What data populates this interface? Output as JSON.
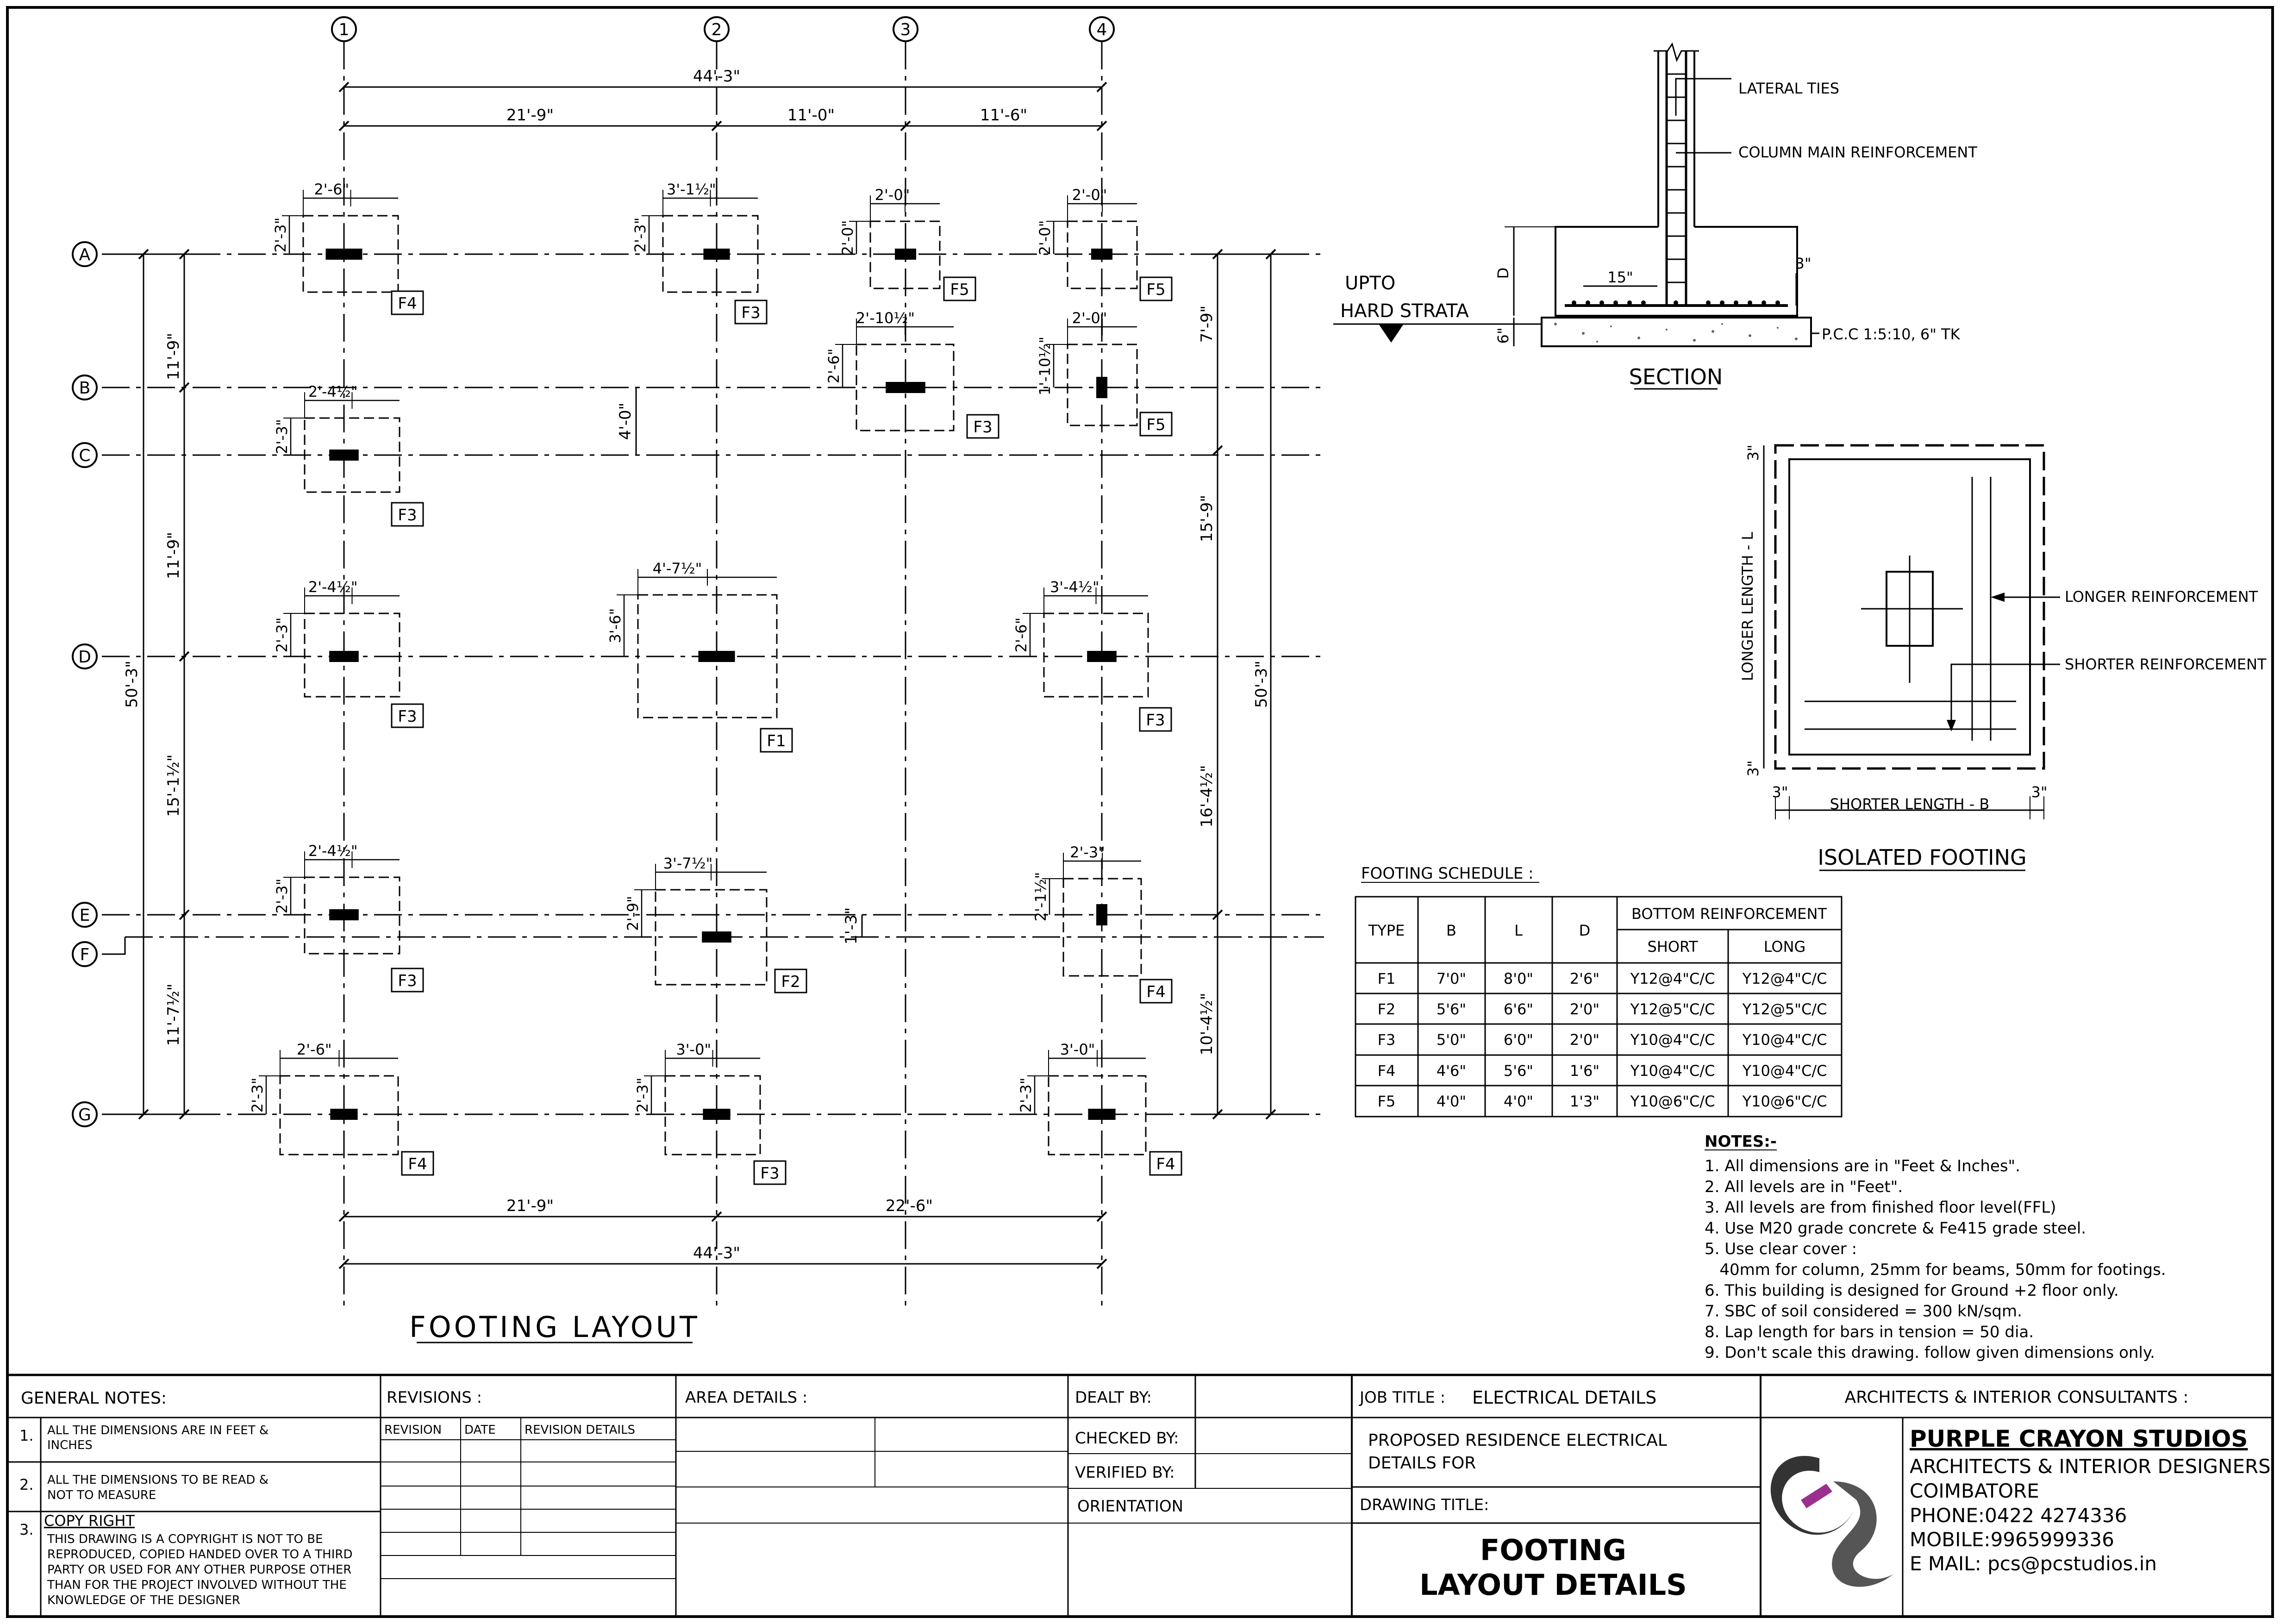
{
  "layout": {
    "title": "FOOTING LAYOUT",
    "grid_numbers": [
      "1",
      "2",
      "3",
      "4"
    ],
    "grid_letters": [
      "A",
      "B",
      "C",
      "D",
      "E",
      "F",
      "G"
    ],
    "dims": {
      "top_total": "44'-3\"",
      "top_seg1": "21'-9\"",
      "top_seg2": "11'-0\"",
      "top_seg3": "11'-6\"",
      "bottom_seg1": "21'-9\"",
      "bottom_seg2": "22'-6\"",
      "bottom_total": "44'-3\"",
      "left_total": "50'-3\"",
      "left_seg1": "11'-9\"",
      "left_seg2": "11'-9\"",
      "left_seg3": "15'-1½\"",
      "left_seg4": "11'-7½\"",
      "right_total": "50'-3\"",
      "right_seg1": "7'-9\"",
      "right_seg2": "15'-9\"",
      "right_seg3": "16'-4½\"",
      "right_seg4": "10'-4½\"",
      "bc_offset": "4'-0\"",
      "ef_offset": "1'-3\""
    },
    "footings": [
      {
        "tag": "F4",
        "w": "2'-6\"",
        "h": "2'-3\""
      },
      {
        "tag": "F3",
        "w": "3'-1½\"",
        "h": "2'-3\""
      },
      {
        "tag": "F5",
        "w": "2'-0\"",
        "h": "2'-0\""
      },
      {
        "tag": "F5",
        "w": "2'-0\"",
        "h": "2'-0\""
      },
      {
        "tag": "F3",
        "w": "2'-10½\"",
        "h": "2'-6\""
      },
      {
        "tag": "F5",
        "w": "2'-0\"",
        "h": "1'-10½\""
      },
      {
        "tag": "F3",
        "w": "2'-4½\"",
        "h": "2'-3\""
      },
      {
        "tag": "F3",
        "w": "2'-4½\"",
        "h": "2'-3\""
      },
      {
        "tag": "F1",
        "w": "4'-7½\"",
        "h": "3'-6\""
      },
      {
        "tag": "F3",
        "w": "3'-4½\"",
        "h": "2'-6\""
      },
      {
        "tag": "F3",
        "w": "2'-4½\"",
        "h": "2'-3\""
      },
      {
        "tag": "F2",
        "w": "3'-7½\"",
        "h": "2'-9\""
      },
      {
        "tag": "F4",
        "w": "2'-3\"",
        "h": "2'-1½\""
      },
      {
        "tag": "F4",
        "w": "2'-6\"",
        "h": "2'-3\""
      },
      {
        "tag": "F3",
        "w": "3'-0\"",
        "h": "2'-3\""
      },
      {
        "tag": "F4",
        "w": "3'-0\"",
        "h": "2'-3\""
      }
    ]
  },
  "section": {
    "title": "SECTION",
    "lateral_ties": "LATERAL TIES",
    "column_main": "COLUMN MAIN REINFORCEMENT",
    "upto": "UPTO",
    "hard_strata": "HARD STRATA",
    "pcc": "P.C.C 1:5:10, 6\" TK",
    "dim_d": "D",
    "dim_15": "15\"",
    "dim_3": "3\"",
    "dim_6": "6\""
  },
  "isolated": {
    "title": "ISOLATED FOOTING",
    "longer_length": "LONGER LENGTH - L",
    "shorter_length": "SHORTER LENGTH - B",
    "longer_reinf": "LONGER REINFORCEMENT",
    "shorter_reinf": "SHORTER REINFORCEMENT",
    "cover": "3\""
  },
  "schedule": {
    "title": "FOOTING SCHEDULE :",
    "headers": [
      "TYPE",
      "B",
      "L",
      "D",
      "BOTTOM REINFORCEMENT"
    ],
    "sub_headers": [
      "SHORT",
      "LONG"
    ],
    "rows": [
      [
        "F1",
        "7'0\"",
        "8'0\"",
        "2'6\"",
        "Y12@4\"C/C",
        "Y12@4\"C/C"
      ],
      [
        "F2",
        "5'6\"",
        "6'6\"",
        "2'0\"",
        "Y12@5\"C/C",
        "Y12@5\"C/C"
      ],
      [
        "F3",
        "5'0\"",
        "6'0\"",
        "2'0\"",
        "Y10@4\"C/C",
        "Y10@4\"C/C"
      ],
      [
        "F4",
        "4'6\"",
        "5'6\"",
        "1'6\"",
        "Y10@4\"C/C",
        "Y10@4\"C/C"
      ],
      [
        "F5",
        "4'0\"",
        "4'0\"",
        "1'3\"",
        "Y10@6\"C/C",
        "Y10@6\"C/C"
      ]
    ]
  },
  "notes": {
    "title": "NOTES:-",
    "items": [
      "1. All dimensions are in \"Feet & Inches\".",
      "2. All levels are in \"Feet\".",
      "3. All levels are from finished floor level(FFL)",
      "4. Use M20 grade concrete & Fe415 grade steel.",
      "5. Use clear cover :",
      "   40mm for column, 25mm for beams, 50mm for footings.",
      "6. This building is designed for Ground +2 floor only.",
      "7. SBC of soil considered = 300 kN/sqm.",
      "8. Lap length for bars in tension = 50 dia.",
      "9. Don't scale this drawing. follow given dimensions only."
    ]
  },
  "title_block": {
    "general_notes": "GENERAL NOTES:",
    "gn_items": [
      {
        "num": "1.",
        "lines": [
          "ALL THE DIMENSIONS ARE IN FEET &",
          "INCHES"
        ]
      },
      {
        "num": "2.",
        "lines": [
          "ALL THE DIMENSIONS TO BE READ &",
          "NOT TO MEASURE"
        ]
      },
      {
        "num": "3.",
        "heading": "COPY RIGHT",
        "lines": [
          "THIS DRAWING IS A COPYRIGHT IS NOT TO BE",
          "REPRODUCED, COPIED HANDED OVER TO A THIRD",
          "PARTY OR USED FOR ANY OTHER PURPOSE OTHER",
          "THAN FOR THE PROJECT INVOLVED WITHOUT THE",
          "KNOWLEDGE OF THE DESIGNER"
        ]
      }
    ],
    "revisions": "REVISIONS :",
    "rev_cols": [
      "REVISION",
      "DATE",
      "REVISION DETAILS"
    ],
    "area_details": "AREA DETAILS :",
    "dealt_by": "DEALT BY:",
    "checked_by": "CHECKED BY:",
    "verified_by": "VERIFIED BY:",
    "orientation": "ORIENTATION",
    "job_title_label": "JOB TITLE :",
    "job_title": "ELECTRICAL DETAILS",
    "project_lines": [
      "PROPOSED RESIDENCE  ELECTRICAL",
      "DETAILS FOR"
    ],
    "drawing_title_label": "DRAWING TITLE:",
    "drawing_title": [
      "FOOTING",
      "LAYOUT DETAILS"
    ],
    "consultants": "ARCHITECTS & INTERIOR CONSULTANTS :",
    "firm": "PURPLE CRAYON STUDIOS",
    "firm_lines": [
      "ARCHITECTS & INTERIOR DESIGNERS",
      "COIMBATORE",
      "PHONE:0422 4274336",
      "MOBILE:9965999336",
      "E MAIL: pcs@pcstudios.in"
    ],
    "logo_color": "#9b2f8f"
  }
}
